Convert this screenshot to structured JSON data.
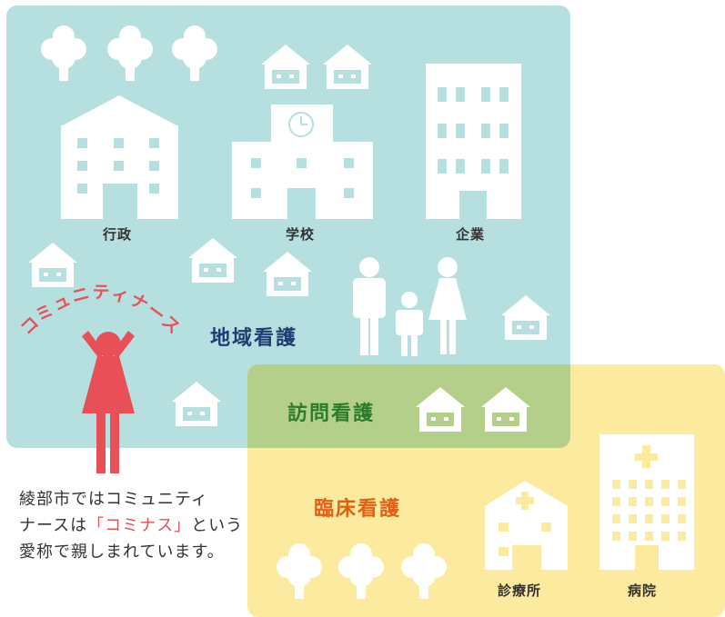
{
  "labels": {
    "administration": "行政",
    "school": "学校",
    "company": "企業",
    "community_nursing": "地域看護",
    "home_visit_nursing": "訪問看護",
    "clinical_nursing": "臨床看護",
    "clinic": "診療所",
    "hospital": "病院",
    "community_nurse_arc": "コミュニティナース"
  },
  "description": {
    "line1": "綾部市ではコミュニティ",
    "line2_before": "ナースは",
    "line2_highlight": "「コミナス」",
    "line2_after": "という",
    "line3": "愛称で親しまれています。"
  },
  "colors": {
    "community_panel": "#b6dfdf",
    "clinical_panel": "#fcea9e",
    "overlap_panel": "#b4cf89",
    "community_text": "#1f3d72",
    "home_visit_text": "#2b7c2c",
    "clinical_text": "#e06015",
    "nurse_figure": "#e85058",
    "icon_fill": "#ffffff"
  },
  "icons": [
    "tree-icon",
    "house-icon",
    "government-building-icon",
    "school-building-icon",
    "office-building-icon",
    "family-icon",
    "nurse-figure-icon",
    "clinic-icon",
    "hospital-icon"
  ]
}
